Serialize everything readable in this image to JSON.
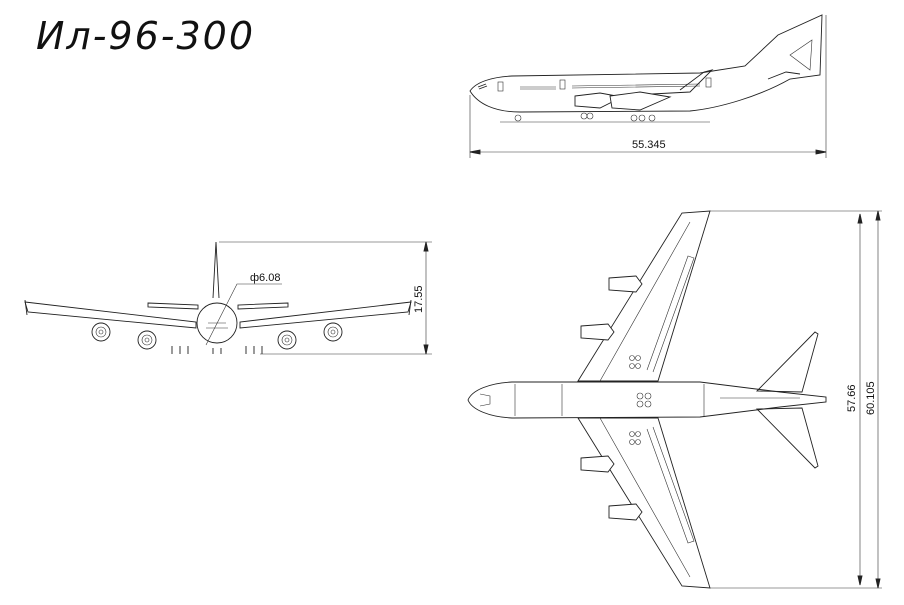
{
  "drawing": {
    "title": "Ил-96-300",
    "dimensions": {
      "length": "55.345",
      "height": "17.55",
      "fuselage_diameter": "ф6.08",
      "wingspan": "57.66",
      "overall_span": "60.105"
    }
  }
}
